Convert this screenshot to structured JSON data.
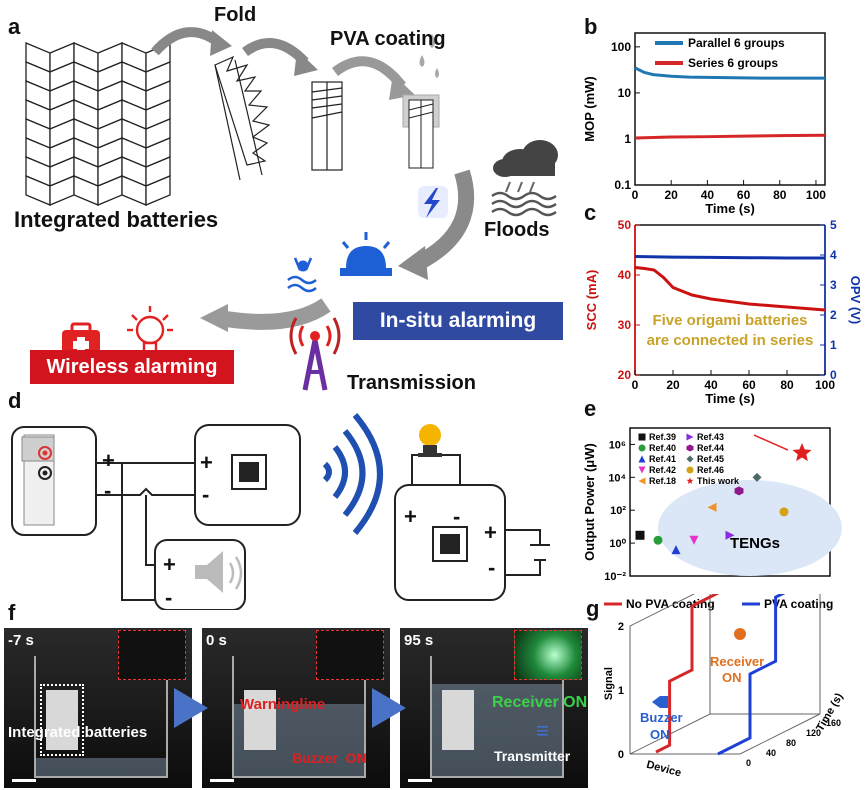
{
  "panels": {
    "a": {
      "letter": "a",
      "fold": "Fold",
      "pva": "PVA coating",
      "integrated": "Integrated batteries",
      "floods": "Floods",
      "insitu": "In-situ alarming",
      "wireless": "Wireless alarming",
      "transmission": "Transmission"
    },
    "b": {
      "letter": "b",
      "chart_data": {
        "type": "line",
        "xlabel": "Time (s)",
        "ylabel": "MOP (mW)",
        "x_ticks": [
          "0",
          "20",
          "40",
          "60",
          "80",
          "100"
        ],
        "y_ticks": [
          "0.1",
          "1",
          "10",
          "100"
        ],
        "ylim": [
          0.1,
          200
        ],
        "xlim": [
          0,
          105
        ],
        "yscale": "log",
        "legend_position": "top-right",
        "series": [
          {
            "name": "Parallel 6 groups",
            "color": "#1f77b4",
            "x": [
              0,
              5,
              10,
              20,
              30,
              50,
              70,
              90,
              105
            ],
            "y": [
              35,
              28,
              25,
              23,
              22,
              21.5,
              21,
              21,
              21
            ]
          },
          {
            "name": "Series 6 groups",
            "color": "#d62728",
            "x": [
              0,
              20,
              40,
              60,
              80,
              105
            ],
            "y": [
              1.05,
              1.1,
              1.12,
              1.15,
              1.18,
              1.2
            ]
          }
        ]
      }
    },
    "c": {
      "letter": "c",
      "annotation_line1": "Five origami batteries",
      "annotation_line2": "are connected in series",
      "chart_data": {
        "type": "line",
        "xlabel": "Time (s)",
        "ylabel_left": "SCC (mA)",
        "ylabel_right": "OPV (V)",
        "x_ticks": [
          "0",
          "20",
          "40",
          "60",
          "80",
          "100"
        ],
        "y_ticks_left": [
          "20",
          "30",
          "40",
          "50"
        ],
        "y_ticks_right": [
          "0",
          "1",
          "2",
          "3",
          "4",
          "5"
        ],
        "xlim": [
          0,
          100
        ],
        "ylim_left": [
          20,
          50
        ],
        "ylim_right": [
          0,
          5
        ],
        "series": [
          {
            "name": "SCC",
            "axis": "left",
            "color": "#cc1111",
            "x": [
              0,
              5,
              10,
              15,
              20,
              30,
              40,
              50,
              60,
              70,
              80,
              90,
              100
            ],
            "y": [
              41.5,
              41.3,
              41.0,
              39.5,
              37.5,
              36.0,
              35.2,
              34.7,
              34.2,
              33.9,
              33.6,
              33.3,
              33.0
            ]
          },
          {
            "name": "OPV",
            "axis": "right",
            "color": "#1133aa",
            "x": [
              0,
              20,
              40,
              60,
              80,
              100
            ],
            "y": [
              3.95,
              3.93,
              3.92,
              3.91,
              3.9,
              3.9
            ]
          }
        ]
      }
    },
    "d": {
      "letter": "d",
      "plus": "+",
      "minus": "-"
    },
    "e": {
      "letter": "e",
      "teng_label": "TENGs",
      "chart_data": {
        "type": "scatter",
        "ylabel": "Output Power (μW)",
        "yscale": "log",
        "y_ticks": [
          "10⁻²",
          "10⁰",
          "10²",
          "10⁴",
          "10⁶"
        ],
        "ylim": [
          0.01,
          10000000
        ],
        "series": [
          {
            "name": "Ref.39",
            "color": "#111111",
            "marker": "square",
            "x": 1,
            "y": 3
          },
          {
            "name": "Ref.40",
            "color": "#2a9d3a",
            "marker": "circle",
            "x": 2,
            "y": 1.5
          },
          {
            "name": "Ref.41",
            "color": "#1f3fd6",
            "marker": "triangle",
            "x": 3,
            "y": 0.4
          },
          {
            "name": "Ref.42",
            "color": "#e832c8",
            "marker": "tri-down",
            "x": 4,
            "y": 1.5
          },
          {
            "name": "Ref.18",
            "color": "#f0922c",
            "marker": "tri-left",
            "x": 5,
            "y": 150
          },
          {
            "name": "Ref.43",
            "color": "#8a2be2",
            "marker": "tri-right",
            "x": 6,
            "y": 3
          },
          {
            "name": "Ref.44",
            "color": "#8e1a8e",
            "marker": "hexagon",
            "x": 6.5,
            "y": 1500
          },
          {
            "name": "Ref.45",
            "color": "#4d6a6a",
            "marker": "diamond",
            "x": 7.5,
            "y": 10000
          },
          {
            "name": "Ref.46",
            "color": "#d4a017",
            "marker": "circle",
            "x": 9,
            "y": 80
          },
          {
            "name": "This work",
            "color": "#e02020",
            "marker": "star",
            "x": 10,
            "y": 300000
          }
        ]
      }
    },
    "f": {
      "letter": "f",
      "times": [
        "-7 s",
        "0 s",
        "95 s"
      ],
      "integrated": "Integrated batteries",
      "warningline": "Warningline",
      "buzzer_on": "Buzzer  ON",
      "receiver_on": "Receiver ON",
      "transmitter": "Transmitter"
    },
    "g": {
      "letter": "g",
      "legend": [
        "No PVA coating",
        "PVA coating"
      ],
      "legend_colors": [
        "#d62728",
        "#1f3fd6"
      ],
      "ylabel": "Signal",
      "xlabel": "Device",
      "zlabel": "Time (s)",
      "y_ticks": [
        "0",
        "1",
        "2"
      ],
      "time_ticks": [
        "0",
        "40",
        "80",
        "120",
        "160"
      ],
      "receiver": "Receiver",
      "receiver_on": "ON",
      "buzzer": "Buzzer",
      "buzzer_on": "ON"
    }
  }
}
